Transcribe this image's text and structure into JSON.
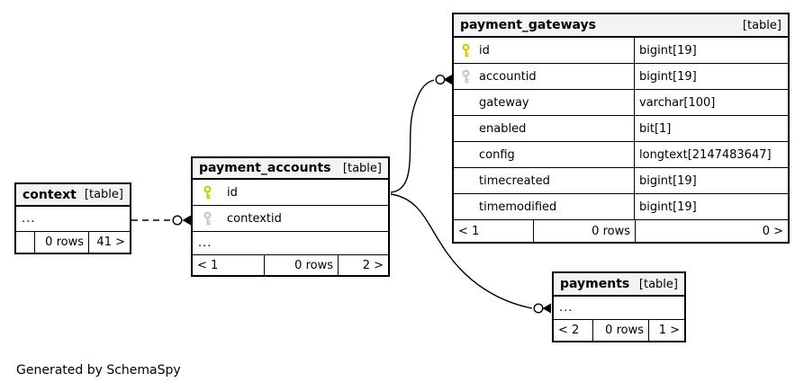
{
  "diagram": {
    "footer_note": "Generated by SchemaSpy",
    "colors": {
      "primary_key": "#cdcd00",
      "foreign_key": "#c6c6c6",
      "header_bg": "#f3f3f3",
      "border": "#000000"
    },
    "tables": [
      {
        "name": "context",
        "type_label": "[table]",
        "ellipsis": "...",
        "columns": [],
        "footer": {
          "left": "",
          "rows": "0 rows",
          "right": "41 >"
        }
      },
      {
        "name": "payment_accounts",
        "type_label": "[table]",
        "ellipsis": "...",
        "columns": [
          {
            "name": "id",
            "key": "primary"
          },
          {
            "name": "contextid",
            "key": "foreign"
          }
        ],
        "footer": {
          "left": "< 1",
          "rows": "0 rows",
          "right": "2 >"
        }
      },
      {
        "name": "payment_gateways",
        "type_label": "[table]",
        "columns": [
          {
            "name": "id",
            "type": "bigint[19]",
            "key": "primary"
          },
          {
            "name": "accountid",
            "type": "bigint[19]",
            "key": "foreign"
          },
          {
            "name": "gateway",
            "type": "varchar[100]"
          },
          {
            "name": "enabled",
            "type": "bit[1]"
          },
          {
            "name": "config",
            "type": "longtext[2147483647]"
          },
          {
            "name": "timecreated",
            "type": "bigint[19]"
          },
          {
            "name": "timemodified",
            "type": "bigint[19]"
          }
        ],
        "footer": {
          "left": "< 1",
          "rows": "0 rows",
          "right": "0 >"
        }
      },
      {
        "name": "payments",
        "type_label": "[table]",
        "ellipsis": "...",
        "columns": [],
        "footer": {
          "left": "< 2",
          "rows": "0 rows",
          "right": "1 >"
        }
      }
    ],
    "relationships": [
      {
        "from": "context",
        "to": "payment_accounts",
        "style": "dashed"
      },
      {
        "from": "payment_accounts",
        "to": "payment_gateways",
        "style": "solid"
      },
      {
        "from": "payment_accounts",
        "to": "payments",
        "style": "solid"
      }
    ]
  }
}
